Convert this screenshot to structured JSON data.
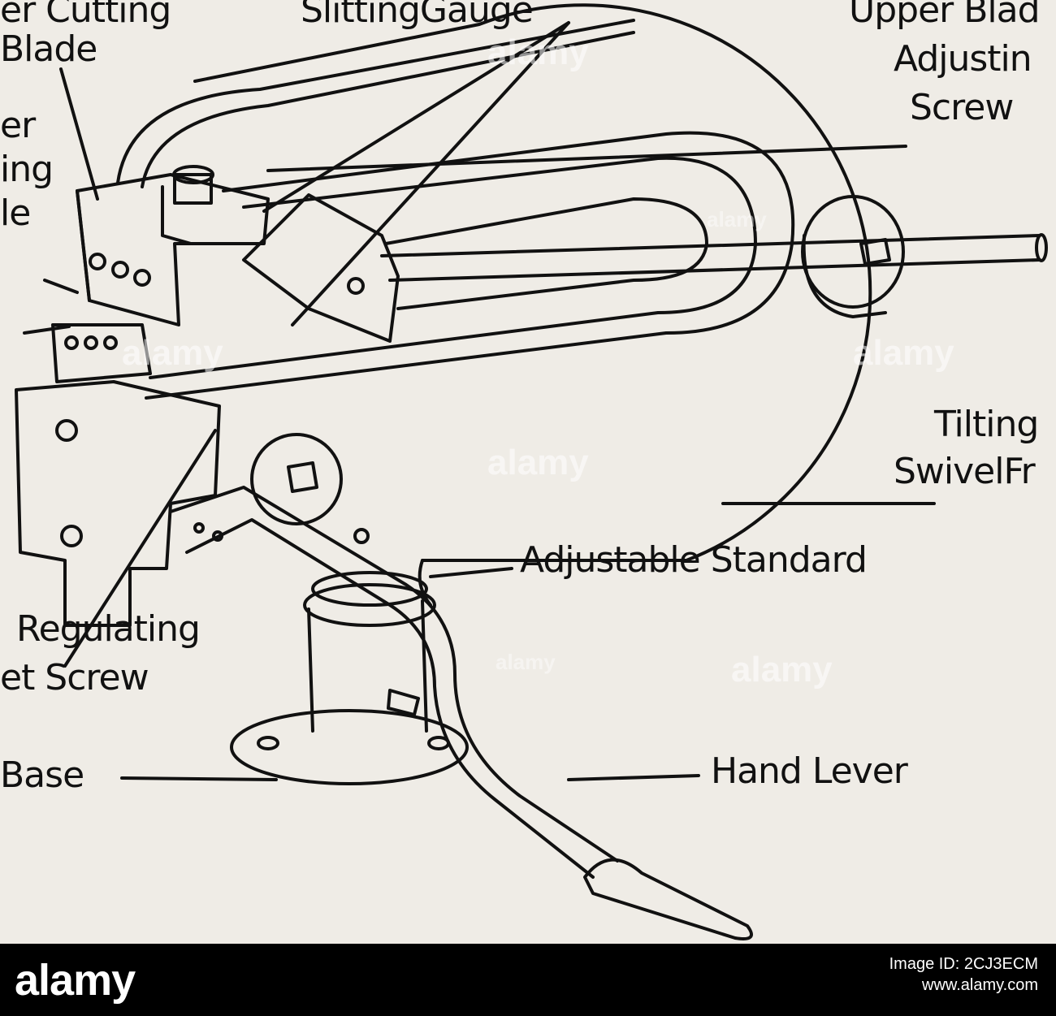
{
  "labels": {
    "lower_cutting": "er Cutting",
    "blade_left": "Blade",
    "er": "er",
    "ing": "ing",
    "le": "le",
    "slitting_gauge": "SlittingGauge",
    "upper_blade": "Upper Blad",
    "adjusting": "Adjustin",
    "screw_right": "Screw",
    "tilting": "Tilting",
    "swivel_frame": "SwivelFr",
    "adjustable_standard": "Adjustable Standard",
    "regulating": "Regulating",
    "set_screw": "et Screw",
    "base": "Base",
    "hand_lever": "Hand Lever"
  },
  "watermark": {
    "brand": "alamy"
  },
  "footer": {
    "logo": "alamy",
    "image_id": "Image ID: 2CJ3ECM",
    "site": "www.alamy.com"
  },
  "colors": {
    "paper": "#efece6",
    "ink": "#111111",
    "footer": "#000000"
  }
}
